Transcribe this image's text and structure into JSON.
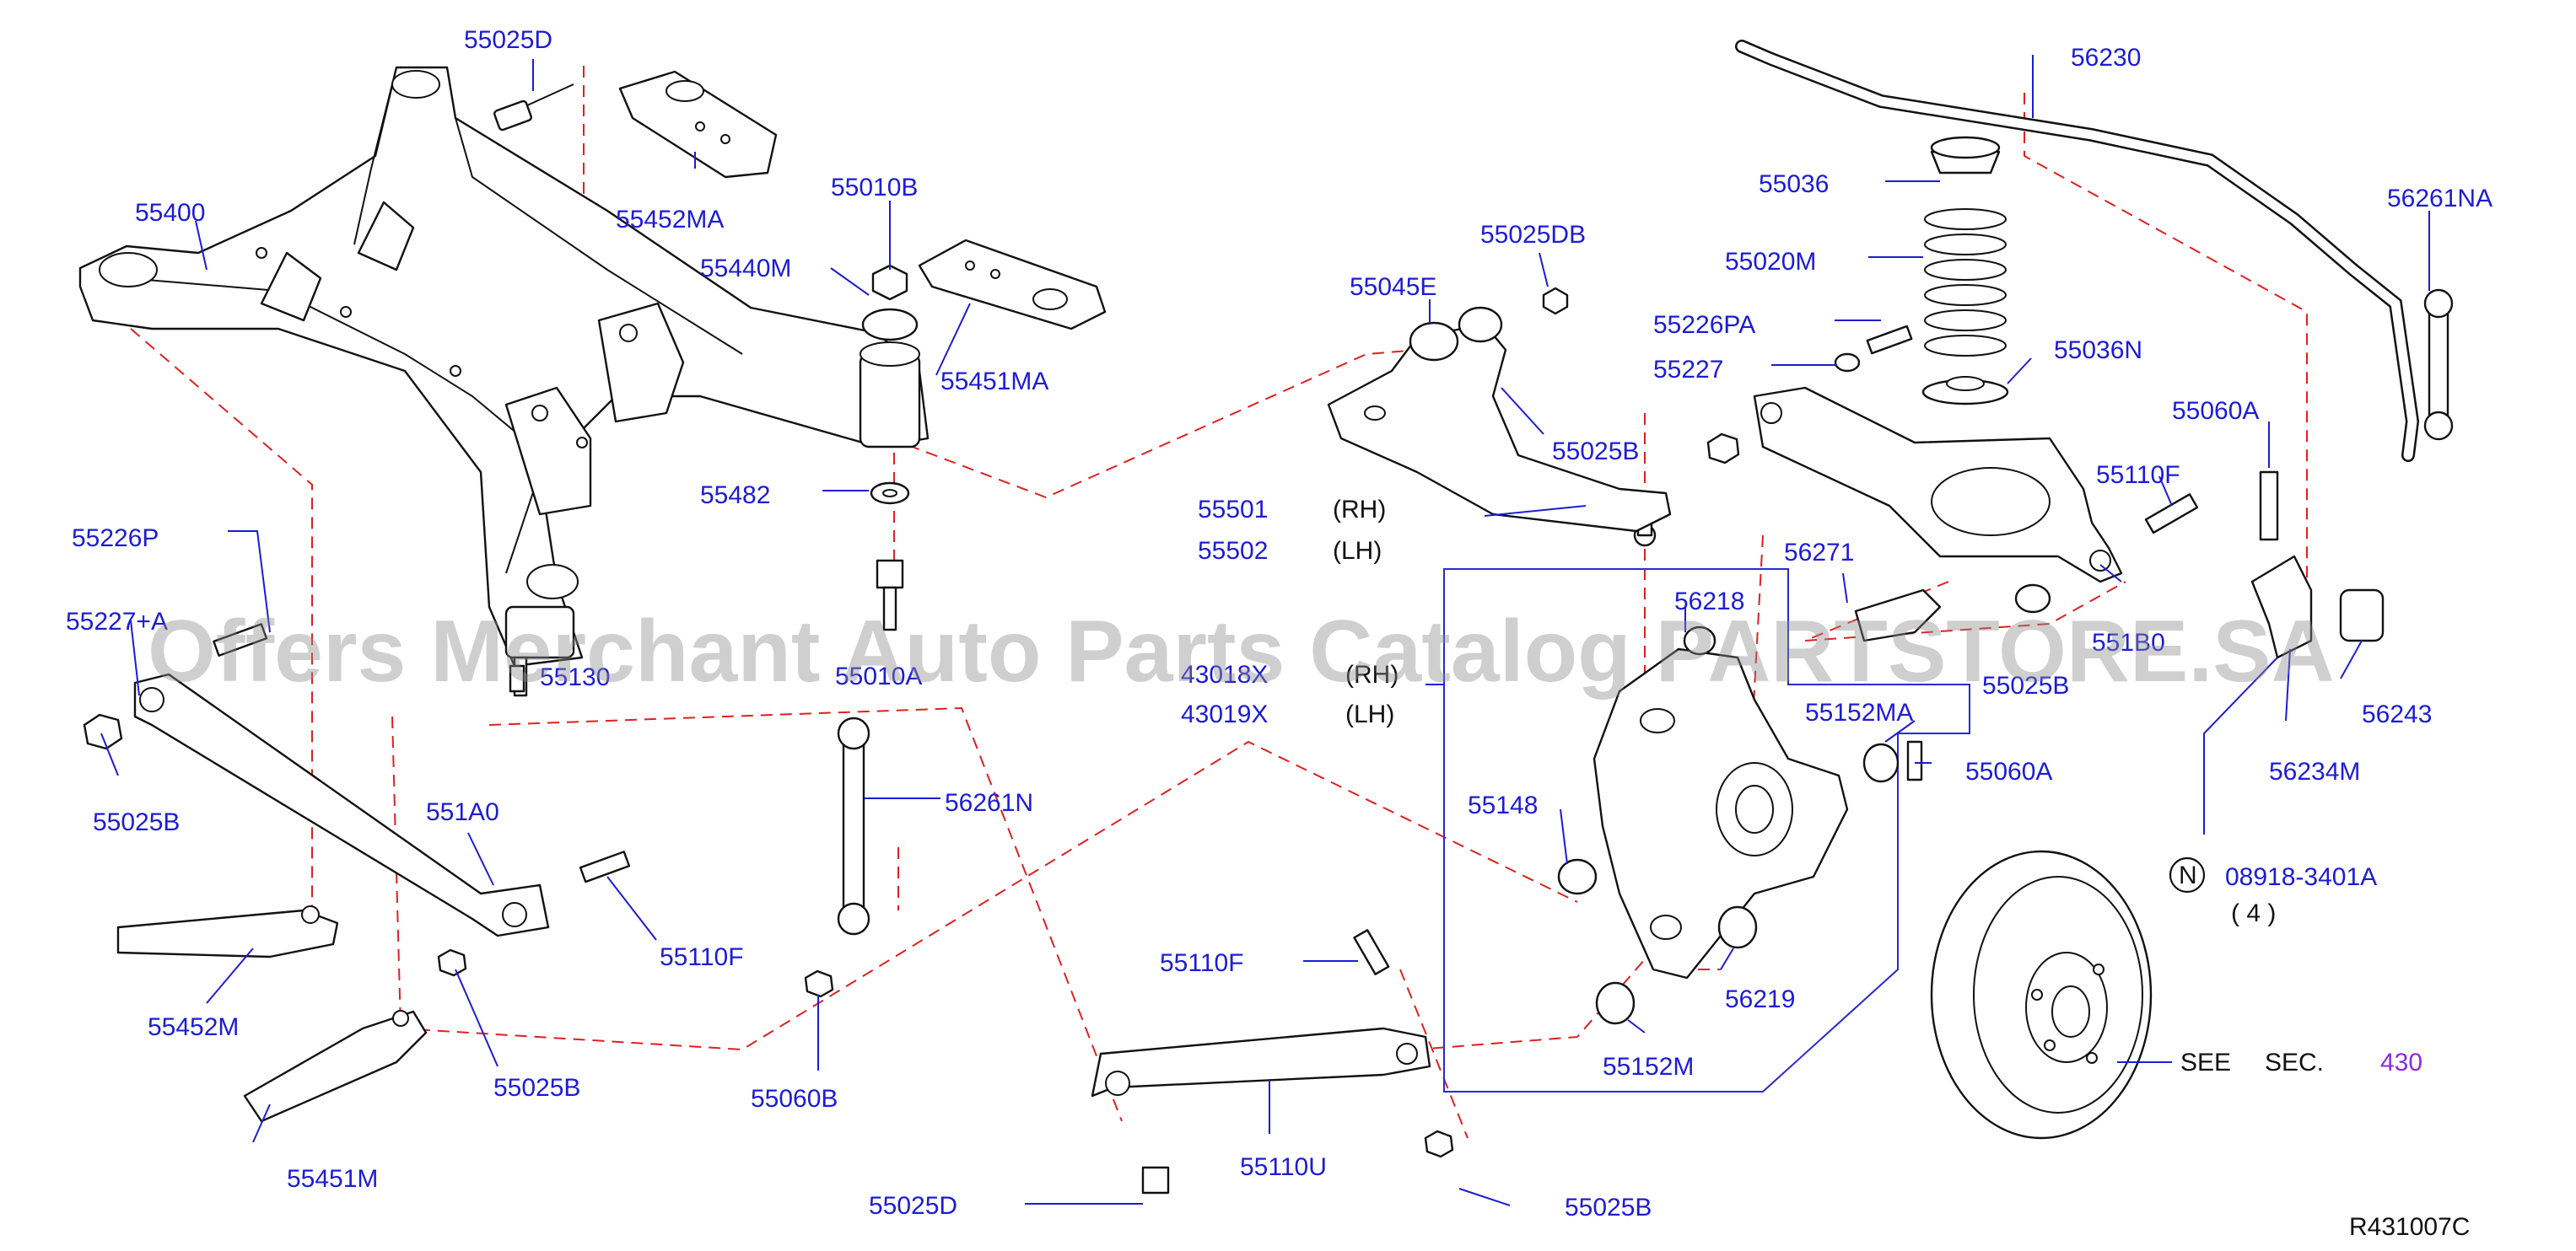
{
  "watermark": "Offers Merchant Auto Parts Catalog PARTSTORE.SA",
  "diagram_code": "R431007C",
  "see_section": {
    "see": "SEE",
    "sec": "SEC.",
    "number": "430"
  },
  "note_symbol": "N",
  "labels": {
    "p55025D_top": "55025D",
    "p55452MA": "55452MA",
    "p55400": "55400",
    "p55010B": "55010B",
    "p55440M": "55440M",
    "p55451MA": "55451MA",
    "p55482": "55482",
    "p55226P": "55226P",
    "p55227A": "55227+A",
    "p55130": "55130",
    "p55010A": "55010A",
    "p55025B_left": "55025B",
    "p551A0": "551A0",
    "p55110F_mid": "55110F",
    "p55452M": "55452M",
    "p55025B_mid": "55025B",
    "p55451M": "55451M",
    "p56261N": "56261N",
    "p55060B": "55060B",
    "p55110F_low": "55110F",
    "p55025D_bottom": "55025D",
    "p55110U": "55110U",
    "p55025B_bottom": "55025B",
    "p55025DB": "55025DB",
    "p55045E": "55045E",
    "p55025B_upper": "55025B",
    "p55501": "55501",
    "p55502": "55502",
    "rh1": "(RH)",
    "lh1": "(LH)",
    "p43018X": "43018X",
    "p43019X": "43019X",
    "rh2": "(RH)",
    "lh2": "(LH)",
    "p56218": "56218",
    "p55148": "55148",
    "p56219": "56219",
    "p55152M": "55152M",
    "p56230": "56230",
    "p55036": "55036",
    "p55020M": "55020M",
    "p55226PA": "55226PA",
    "p55227": "55227",
    "p55036N": "55036N",
    "p56271": "56271",
    "p55152MA": "55152MA",
    "p55025B_right": "55025B",
    "p55060A_mid": "55060A",
    "p56261NA": "56261NA",
    "p55060A_top": "55060A",
    "p55110F_right": "55110F",
    "p551B0": "551B0",
    "p56243": "56243",
    "p56234M": "56234M",
    "p08918": "08918-3401A",
    "qty": "( 4 )"
  }
}
